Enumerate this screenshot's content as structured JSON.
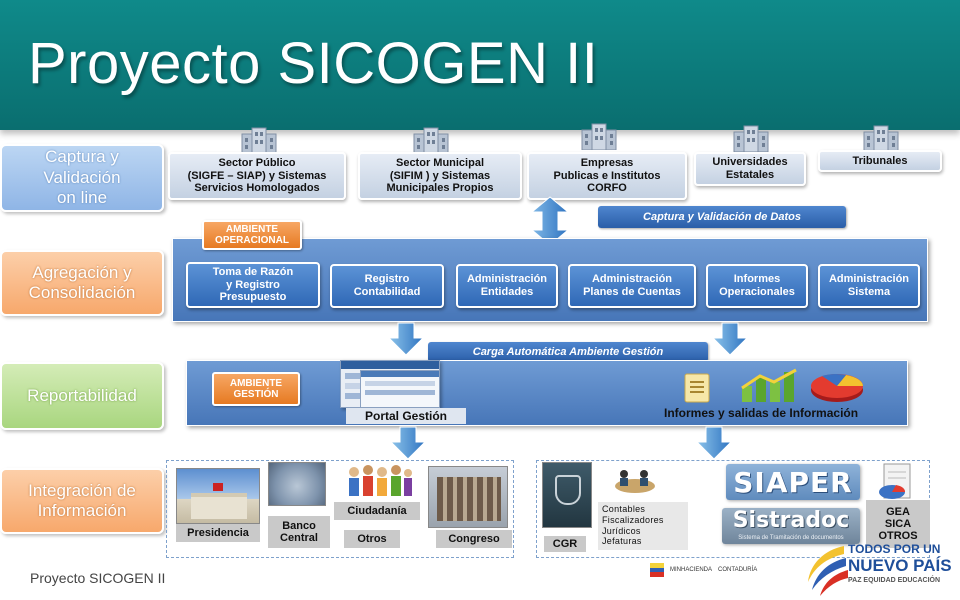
{
  "slide": {
    "title": "Proyecto SICOGEN II",
    "footer": "Proyecto SICOGEN II"
  },
  "side_labels": [
    {
      "text": "Captura y\nValidación\non line",
      "color": "blue"
    },
    {
      "text": "Agregación y\nConsolidación",
      "color": "orange"
    },
    {
      "text": "Reportabilidad",
      "color": "green"
    },
    {
      "text": "Integración de\nInformación",
      "color": "orange"
    }
  ],
  "sources": [
    "Sector Público\n(SIGFE – SIAP) y Sistemas\nServicios Homologados",
    "Sector Municipal\n(SIFIM ) y Sistemas\nMunicipales Propios",
    "Empresas\nPublicas e Institutos\nCORFO",
    "Universidades\nEstatales",
    "Tribunales"
  ],
  "captura_bar": "Captura y Validación de Datos",
  "operacional": {
    "badge": "AMBIENTE\nOPERACIONAL",
    "modules": [
      "Toma de Razón\ny Registro\nPresupuesto",
      "Registro\nContabilidad",
      "Administración\nEntidades",
      "Administración\nPlanes de Cuentas",
      "Informes\nOperacionales",
      "Administración\nSistema"
    ]
  },
  "carga_bar": "Carga Automática Ambiente Gestión",
  "gestion": {
    "badge": "AMBIENTE\nGESTIÓN",
    "portal": "Portal Gestión",
    "informes": "Informes y salidas de Información"
  },
  "integracion_left": {
    "presidencia": "Presidencia",
    "banco": "Banco\nCentral",
    "ciudadania": "Ciudadanía",
    "otros": "Otros",
    "congreso": "Congreso"
  },
  "integracion_right": {
    "cgr": "CGR",
    "contables": "Contables\nFiscalizadores\nJurídicos\nJefaturas",
    "siaper": "SIAPER",
    "sistradoc": "Sistradoc",
    "sistradoc_sub": "Sistema de Tramitación de documentos",
    "gea": "GEA\nSICA\nOTROS"
  },
  "logo": {
    "line1": "TODOS POR UN",
    "line2": "NUEVO PAÍS",
    "line3": "PAZ  EQUIDAD  EDUCACIÓN",
    "mini1": "MINHACIENDA",
    "mini2": "CONTADURÍA"
  },
  "colors": {
    "header": "#0f8a8a",
    "blue_button": "#2f68b6",
    "orange_badge": "#e67a22",
    "panel": "#4776b8"
  }
}
